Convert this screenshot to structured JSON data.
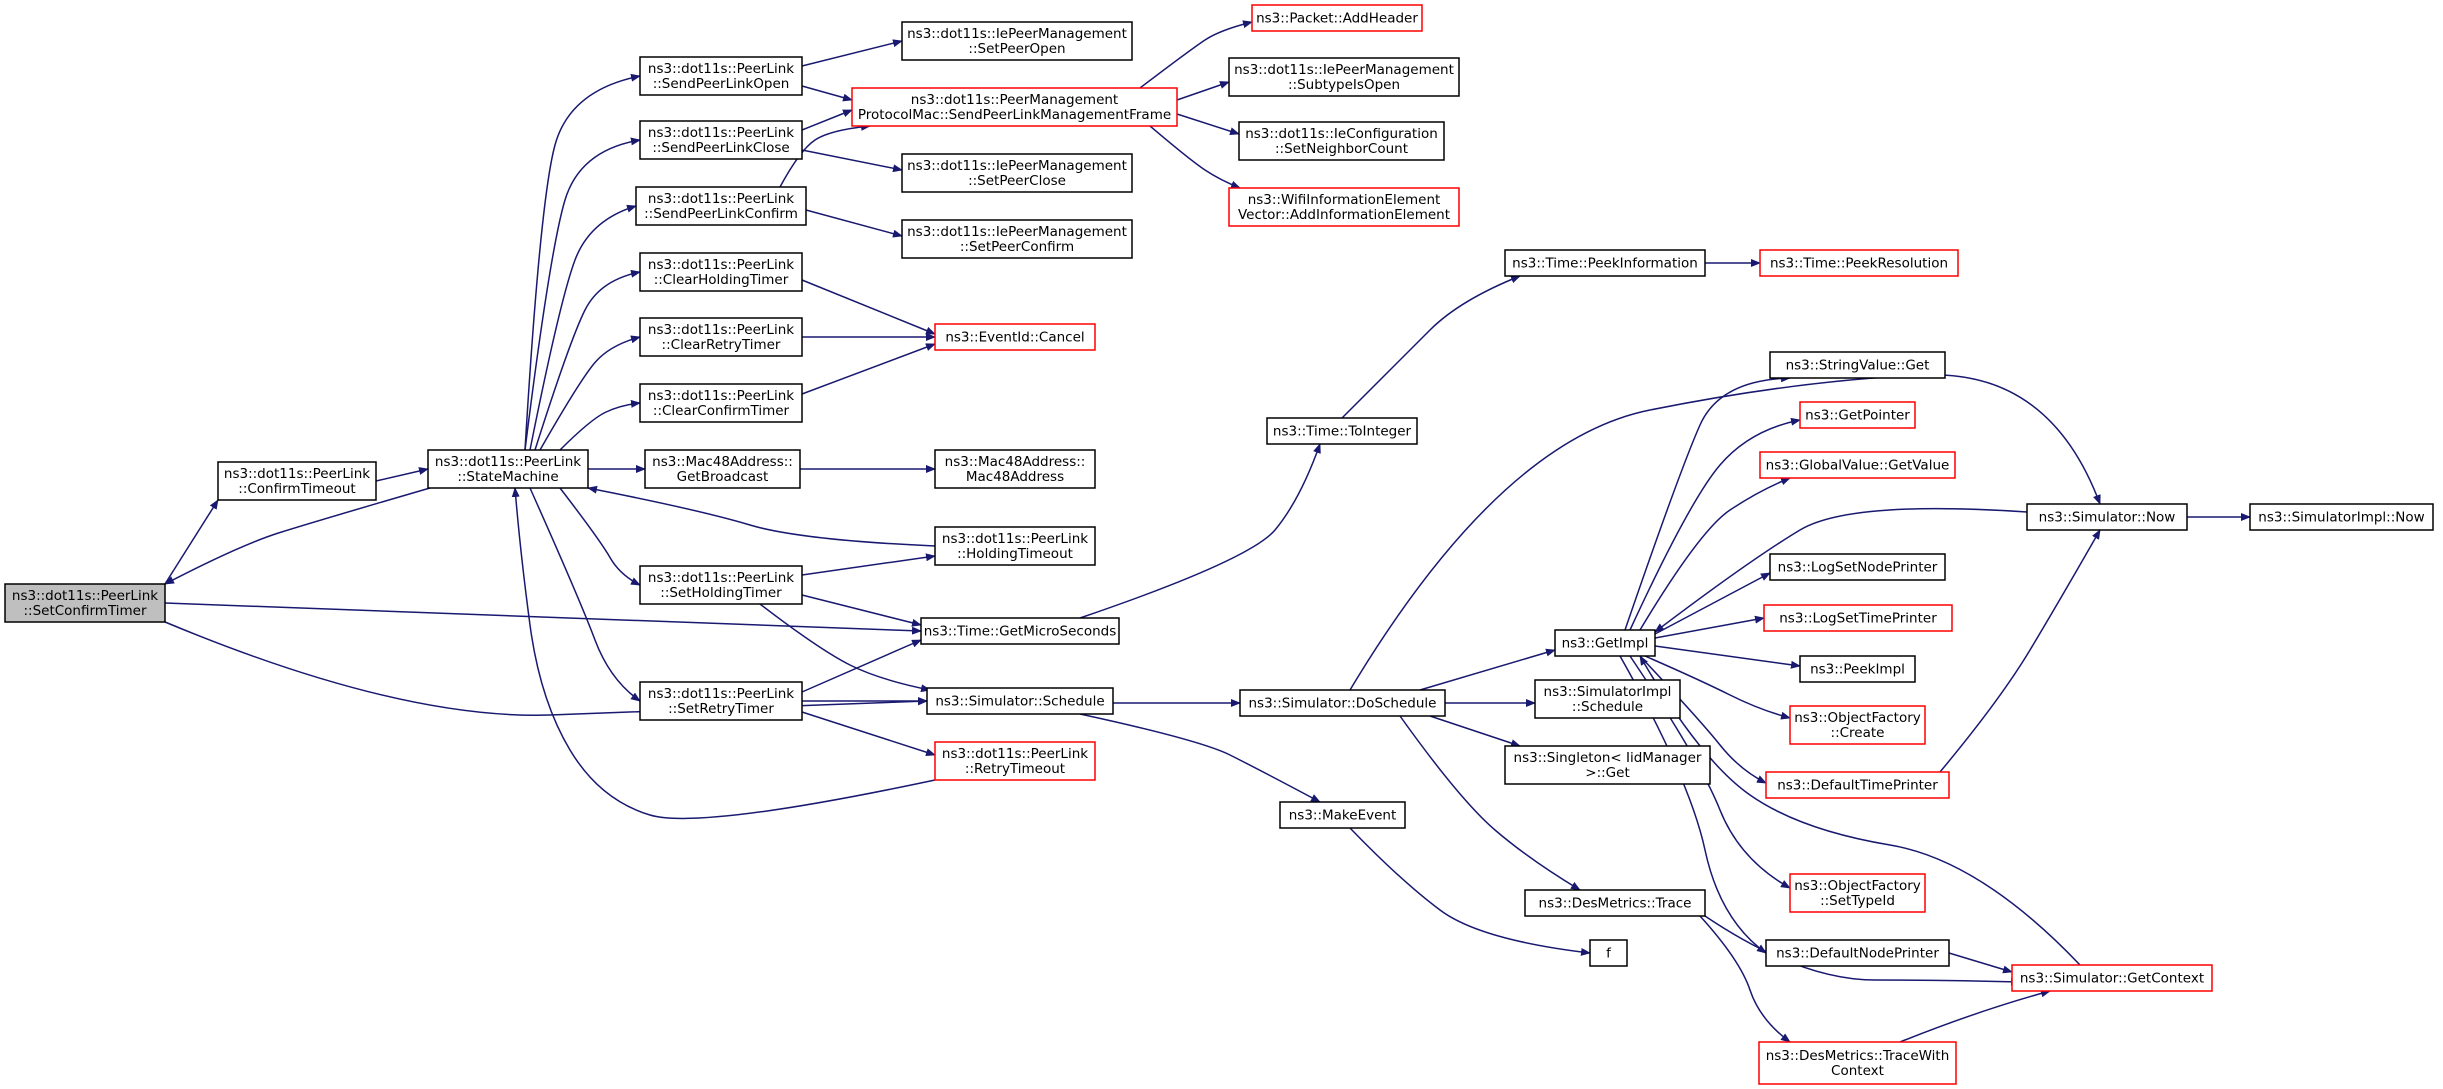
{
  "colors": {
    "edge": "#191970",
    "node_border": "#000000",
    "truncated_border": "#ff0000",
    "root_fill": "#bfbfbf",
    "background": "#ffffff"
  },
  "nodes": [
    {
      "id": "set_confirm_timer",
      "lines": [
        "ns3::dot11s::PeerLink",
        "::SetConfirmTimer"
      ],
      "style": "root"
    },
    {
      "id": "confirm_timeout",
      "lines": [
        "ns3::dot11s::PeerLink",
        "::ConfirmTimeout"
      ],
      "style": "normal"
    },
    {
      "id": "state_machine",
      "lines": [
        "ns3::dot11s::PeerLink",
        "::StateMachine"
      ],
      "style": "normal"
    },
    {
      "id": "send_peer_link_open",
      "lines": [
        "ns3::dot11s::PeerLink",
        "::SendPeerLinkOpen"
      ],
      "style": "normal"
    },
    {
      "id": "send_peer_link_close",
      "lines": [
        "ns3::dot11s::PeerLink",
        "::SendPeerLinkClose"
      ],
      "style": "normal"
    },
    {
      "id": "send_peer_link_confirm",
      "lines": [
        "ns3::dot11s::PeerLink",
        "::SendPeerLinkConfirm"
      ],
      "style": "normal"
    },
    {
      "id": "clear_holding_timer",
      "lines": [
        "ns3::dot11s::PeerLink",
        "::ClearHoldingTimer"
      ],
      "style": "normal"
    },
    {
      "id": "clear_retry_timer",
      "lines": [
        "ns3::dot11s::PeerLink",
        "::ClearRetryTimer"
      ],
      "style": "normal"
    },
    {
      "id": "clear_confirm_timer",
      "lines": [
        "ns3::dot11s::PeerLink",
        "::ClearConfirmTimer"
      ],
      "style": "normal"
    },
    {
      "id": "mac48_get_broadcast",
      "lines": [
        "ns3::Mac48Address::",
        "GetBroadcast"
      ],
      "style": "normal"
    },
    {
      "id": "set_holding_timer",
      "lines": [
        "ns3::dot11s::PeerLink",
        "::SetHoldingTimer"
      ],
      "style": "normal"
    },
    {
      "id": "set_retry_timer",
      "lines": [
        "ns3::dot11s::PeerLink",
        "::SetRetryTimer"
      ],
      "style": "normal"
    },
    {
      "id": "ie_set_peer_open",
      "lines": [
        "ns3::dot11s::IePeerManagement",
        "::SetPeerOpen"
      ],
      "style": "normal"
    },
    {
      "id": "send_mgmt_frame",
      "lines": [
        "ns3::dot11s::PeerManagement",
        "ProtocolMac::SendPeerLinkManagementFrame"
      ],
      "style": "truncated"
    },
    {
      "id": "ie_set_peer_close",
      "lines": [
        "ns3::dot11s::IePeerManagement",
        "::SetPeerClose"
      ],
      "style": "normal"
    },
    {
      "id": "ie_set_peer_confirm",
      "lines": [
        "ns3::dot11s::IePeerManagement",
        "::SetPeerConfirm"
      ],
      "style": "normal"
    },
    {
      "id": "event_cancel",
      "lines": [
        "ns3::EventId::Cancel"
      ],
      "style": "truncated"
    },
    {
      "id": "mac48_ctor",
      "lines": [
        "ns3::Mac48Address::",
        "Mac48Address"
      ],
      "style": "normal"
    },
    {
      "id": "holding_timeout",
      "lines": [
        "ns3::dot11s::PeerLink",
        "::HoldingTimeout"
      ],
      "style": "normal"
    },
    {
      "id": "get_micro_seconds",
      "lines": [
        "ns3::Time::GetMicroSeconds"
      ],
      "style": "normal"
    },
    {
      "id": "sim_schedule",
      "lines": [
        "ns3::Simulator::Schedule"
      ],
      "style": "normal"
    },
    {
      "id": "retry_timeout",
      "lines": [
        "ns3::dot11s::PeerLink",
        "::RetryTimeout"
      ],
      "style": "truncated"
    },
    {
      "id": "packet_add_header",
      "lines": [
        "ns3::Packet::AddHeader"
      ],
      "style": "truncated"
    },
    {
      "id": "ie_subtype_is_open",
      "lines": [
        "ns3::dot11s::IePeerManagement",
        "::SubtypeIsOpen"
      ],
      "style": "normal"
    },
    {
      "id": "ie_set_neighbor_count",
      "lines": [
        "ns3::dot11s::IeConfiguration",
        "::SetNeighborCount"
      ],
      "style": "normal"
    },
    {
      "id": "wifi_add_info_element",
      "lines": [
        "ns3::WifiInformationElement",
        "Vector::AddInformationElement"
      ],
      "style": "truncated"
    },
    {
      "id": "time_to_integer",
      "lines": [
        "ns3::Time::ToInteger"
      ],
      "style": "normal"
    },
    {
      "id": "time_peek_information",
      "lines": [
        "ns3::Time::PeekInformation"
      ],
      "style": "normal"
    },
    {
      "id": "time_peek_resolution",
      "lines": [
        "ns3::Time::PeekResolution"
      ],
      "style": "truncated"
    },
    {
      "id": "sim_do_schedule",
      "lines": [
        "ns3::Simulator::DoSchedule"
      ],
      "style": "normal"
    },
    {
      "id": "make_event",
      "lines": [
        "ns3::MakeEvent"
      ],
      "style": "normal"
    },
    {
      "id": "get_impl",
      "lines": [
        "ns3::GetImpl"
      ],
      "style": "normal"
    },
    {
      "id": "simimpl_schedule",
      "lines": [
        "ns3::SimulatorImpl",
        "::Schedule"
      ],
      "style": "normal"
    },
    {
      "id": "singleton_get",
      "lines": [
        "ns3::Singleton< IidManager",
        ">::Get"
      ],
      "style": "normal"
    },
    {
      "id": "des_metrics_trace",
      "lines": [
        "ns3::DesMetrics::Trace"
      ],
      "style": "normal"
    },
    {
      "id": "f",
      "lines": [
        "f"
      ],
      "style": "normal"
    },
    {
      "id": "string_value_get",
      "lines": [
        "ns3::StringValue::Get"
      ],
      "style": "normal"
    },
    {
      "id": "get_pointer",
      "lines": [
        "ns3::GetPointer"
      ],
      "style": "truncated"
    },
    {
      "id": "global_value_get_value",
      "lines": [
        "ns3::GlobalValue::GetValue"
      ],
      "style": "truncated"
    },
    {
      "id": "log_set_node_printer",
      "lines": [
        "ns3::LogSetNodePrinter"
      ],
      "style": "normal"
    },
    {
      "id": "log_set_time_printer",
      "lines": [
        "ns3::LogSetTimePrinter"
      ],
      "style": "truncated"
    },
    {
      "id": "peek_impl",
      "lines": [
        "ns3::PeekImpl"
      ],
      "style": "normal"
    },
    {
      "id": "object_factory_create",
      "lines": [
        "ns3::ObjectFactory",
        "::Create"
      ],
      "style": "truncated"
    },
    {
      "id": "default_time_printer",
      "lines": [
        "ns3::DefaultTimePrinter"
      ],
      "style": "truncated"
    },
    {
      "id": "object_factory_set_type_id",
      "lines": [
        "ns3::ObjectFactory",
        "::SetTypeId"
      ],
      "style": "truncated"
    },
    {
      "id": "default_node_printer",
      "lines": [
        "ns3::DefaultNodePrinter"
      ],
      "style": "normal"
    },
    {
      "id": "sim_get_context",
      "lines": [
        "ns3::Simulator::GetContext"
      ],
      "style": "truncated"
    },
    {
      "id": "des_metrics_trace_with_context",
      "lines": [
        "ns3::DesMetrics::TraceWith",
        "Context"
      ],
      "style": "truncated"
    },
    {
      "id": "sim_now",
      "lines": [
        "ns3::Simulator::Now"
      ],
      "style": "normal"
    },
    {
      "id": "simimpl_now",
      "lines": [
        "ns3::SimulatorImpl::Now"
      ],
      "style": "normal"
    }
  ],
  "edges": [
    [
      "set_confirm_timer",
      "confirm_timeout"
    ],
    [
      "set_confirm_timer",
      "get_micro_seconds"
    ],
    [
      "set_confirm_timer",
      "sim_schedule"
    ],
    [
      "confirm_timeout",
      "state_machine"
    ],
    [
      "state_machine",
      "set_confirm_timer"
    ],
    [
      "state_machine",
      "send_peer_link_open"
    ],
    [
      "state_machine",
      "send_peer_link_close"
    ],
    [
      "state_machine",
      "send_peer_link_confirm"
    ],
    [
      "state_machine",
      "clear_holding_timer"
    ],
    [
      "state_machine",
      "clear_retry_timer"
    ],
    [
      "state_machine",
      "clear_confirm_timer"
    ],
    [
      "state_machine",
      "mac48_get_broadcast"
    ],
    [
      "state_machine",
      "set_holding_timer"
    ],
    [
      "state_machine",
      "set_retry_timer"
    ],
    [
      "send_peer_link_open",
      "ie_set_peer_open"
    ],
    [
      "send_peer_link_open",
      "send_mgmt_frame"
    ],
    [
      "send_peer_link_close",
      "send_mgmt_frame"
    ],
    [
      "send_peer_link_close",
      "ie_set_peer_close"
    ],
    [
      "send_peer_link_confirm",
      "send_mgmt_frame"
    ],
    [
      "send_peer_link_confirm",
      "ie_set_peer_confirm"
    ],
    [
      "clear_holding_timer",
      "event_cancel"
    ],
    [
      "clear_retry_timer",
      "event_cancel"
    ],
    [
      "clear_confirm_timer",
      "event_cancel"
    ],
    [
      "mac48_get_broadcast",
      "mac48_ctor"
    ],
    [
      "holding_timeout",
      "state_machine"
    ],
    [
      "set_holding_timer",
      "holding_timeout"
    ],
    [
      "set_holding_timer",
      "get_micro_seconds"
    ],
    [
      "set_holding_timer",
      "sim_schedule"
    ],
    [
      "set_retry_timer",
      "get_micro_seconds"
    ],
    [
      "set_retry_timer",
      "sim_schedule"
    ],
    [
      "set_retry_timer",
      "retry_timeout"
    ],
    [
      "retry_timeout",
      "state_machine"
    ],
    [
      "send_mgmt_frame",
      "packet_add_header"
    ],
    [
      "send_mgmt_frame",
      "ie_subtype_is_open"
    ],
    [
      "send_mgmt_frame",
      "ie_set_neighbor_count"
    ],
    [
      "send_mgmt_frame",
      "wifi_add_info_element"
    ],
    [
      "get_micro_seconds",
      "time_to_integer"
    ],
    [
      "time_to_integer",
      "time_peek_information"
    ],
    [
      "time_peek_information",
      "time_peek_resolution"
    ],
    [
      "sim_schedule",
      "sim_do_schedule"
    ],
    [
      "sim_schedule",
      "make_event"
    ],
    [
      "make_event",
      "f"
    ],
    [
      "sim_do_schedule",
      "get_impl"
    ],
    [
      "sim_do_schedule",
      "simimpl_schedule"
    ],
    [
      "sim_do_schedule",
      "singleton_get"
    ],
    [
      "sim_do_schedule",
      "des_metrics_trace"
    ],
    [
      "sim_do_schedule",
      "sim_now"
    ],
    [
      "get_impl",
      "string_value_get"
    ],
    [
      "get_impl",
      "get_pointer"
    ],
    [
      "get_impl",
      "global_value_get_value"
    ],
    [
      "get_impl",
      "log_set_node_printer"
    ],
    [
      "get_impl",
      "log_set_time_printer"
    ],
    [
      "get_impl",
      "peek_impl"
    ],
    [
      "get_impl",
      "object_factory_create"
    ],
    [
      "get_impl",
      "default_time_printer"
    ],
    [
      "get_impl",
      "object_factory_set_type_id"
    ],
    [
      "get_impl",
      "default_node_printer"
    ],
    [
      "sim_get_context",
      "get_impl"
    ],
    [
      "sim_now",
      "get_impl"
    ],
    [
      "sim_now",
      "simimpl_now"
    ],
    [
      "default_time_printer",
      "sim_now"
    ],
    [
      "default_node_printer",
      "sim_get_context"
    ],
    [
      "des_metrics_trace",
      "sim_get_context"
    ],
    [
      "des_metrics_trace",
      "des_metrics_trace_with_context"
    ],
    [
      "des_metrics_trace_with_context",
      "sim_get_context"
    ]
  ]
}
